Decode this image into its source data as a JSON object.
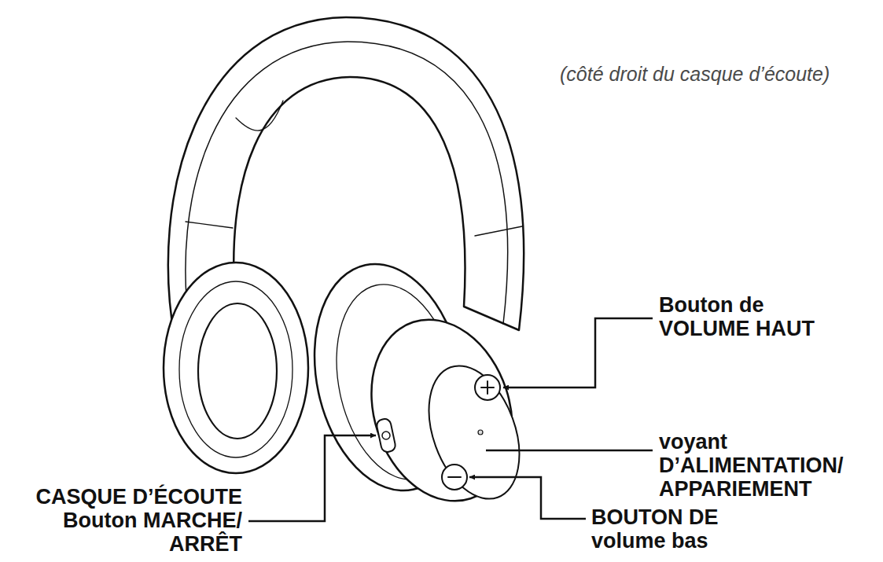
{
  "diagram": {
    "labels": [
      "(côté droit du casque d’écoute)",
      "Bouton de VOLUME HAUT",
      "voyant D’ALIMENTATION/ APPARIEMENT",
      "CASQUE D’ÉCOUTE Bouton MARCHE/ ARRÊT",
      "BOUTON DE volume bas"
    ]
  }
}
